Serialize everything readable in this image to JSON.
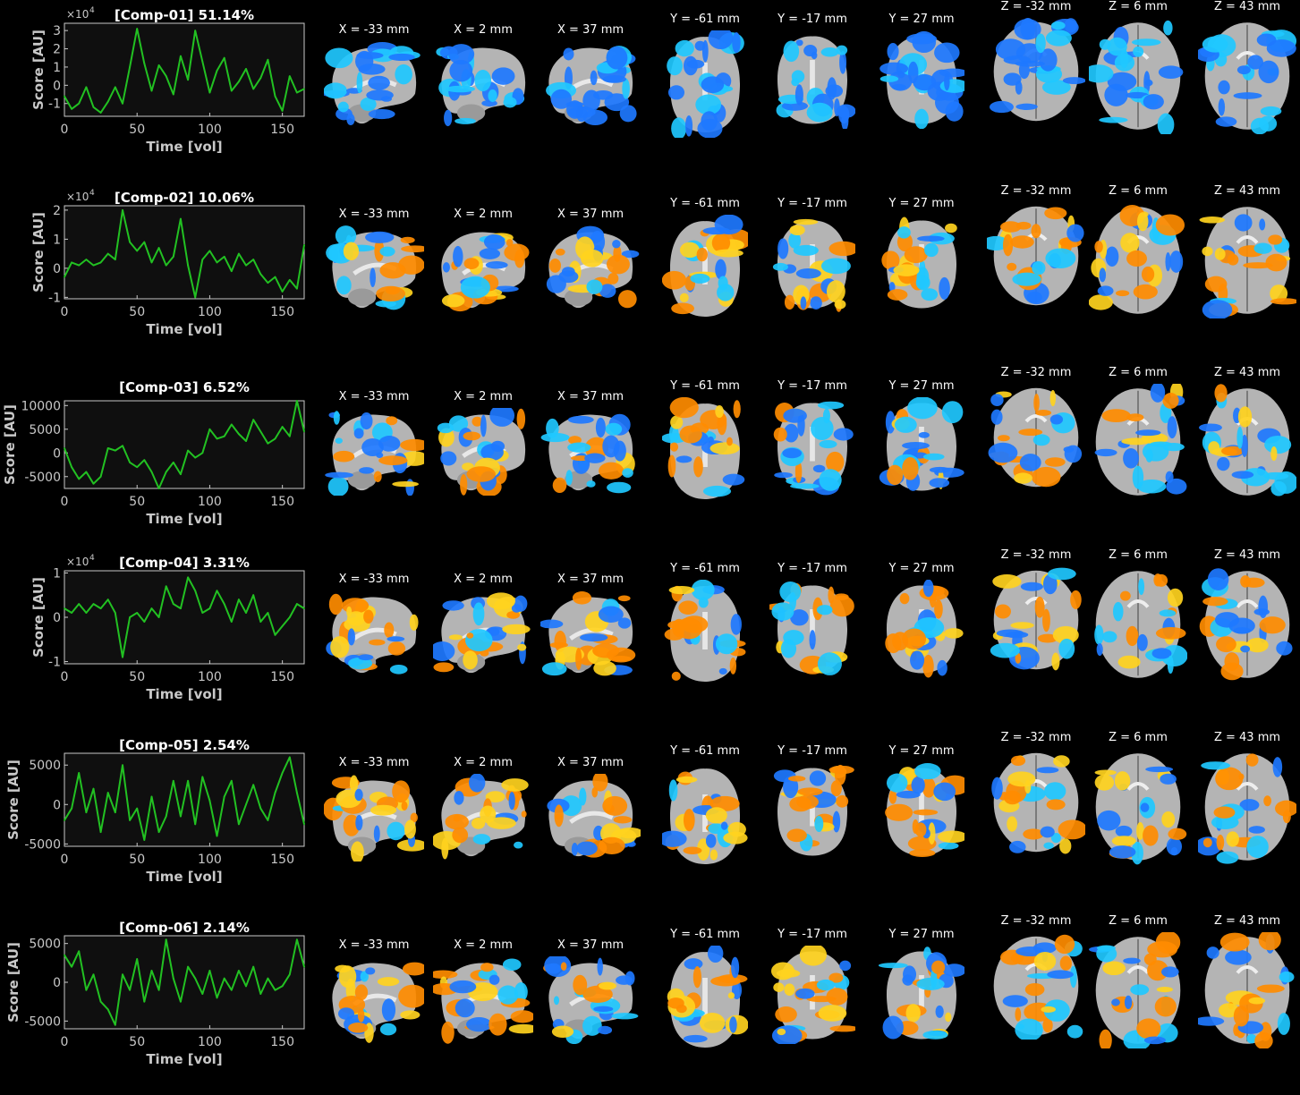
{
  "figure": {
    "plot": {
      "xlabel": "Time [vol]",
      "ylabel": "Score [AU]",
      "xlim": [
        0,
        165
      ],
      "xticks": [
        0,
        50,
        100,
        150
      ]
    },
    "slice_labels": [
      "X = -33 mm",
      "X = 2 mm",
      "X = 37 mm",
      "Y = -61 mm",
      "Y = -17 mm",
      "Y = 27 mm",
      "Z = -32 mm",
      "Z = 6 mm",
      "Z = 43 mm"
    ],
    "slice_views": [
      "sagittal",
      "sagittal",
      "sagittal",
      "coronal",
      "coronal",
      "coronal",
      "axial",
      "axial",
      "axial"
    ]
  },
  "colors": {
    "background": "#000000",
    "plot_bg": "#0f0f0f",
    "line": "#22c122",
    "positive": "#ff8c00",
    "negative": "#1e78ff",
    "brain": "#b4b4b4",
    "axis": "#c8c8c8"
  },
  "chart_data": [
    {
      "type": "line",
      "title": "[Comp-01] 51.14%",
      "xlabel": "Time [vol]",
      "ylabel": "Score [AU]",
      "exponent_label": "×10",
      "exponent_power": "4",
      "ylim": [
        -1.7,
        3.4
      ],
      "yticks": [
        -1,
        0,
        1,
        2,
        3
      ],
      "yticklabels": [
        "-1",
        "0",
        "1",
        "2",
        "3"
      ],
      "x": [
        0,
        5,
        10,
        15,
        20,
        25,
        30,
        35,
        40,
        45,
        50,
        55,
        60,
        65,
        70,
        75,
        80,
        85,
        90,
        95,
        100,
        105,
        110,
        115,
        120,
        125,
        130,
        135,
        140,
        145,
        150,
        155,
        160,
        165
      ],
      "values": [
        -0.6,
        -1.3,
        -1.0,
        -0.1,
        -1.2,
        -1.5,
        -0.9,
        -0.1,
        -1.0,
        1.0,
        3.1,
        1.2,
        -0.3,
        1.1,
        0.5,
        -0.5,
        1.6,
        0.3,
        3.0,
        1.3,
        -0.4,
        0.8,
        1.5,
        -0.3,
        0.2,
        0.9,
        -0.2,
        0.4,
        1.4,
        -0.6,
        -1.4,
        0.5,
        -0.4,
        -0.2
      ]
    },
    {
      "type": "line",
      "title": "[Comp-02] 10.06%",
      "xlabel": "Time [vol]",
      "ylabel": "Score [AU]",
      "exponent_label": "×10",
      "exponent_power": "4",
      "ylim": [
        -1.05,
        2.15
      ],
      "yticks": [
        -1,
        0,
        1,
        2
      ],
      "yticklabels": [
        "-1",
        "0",
        "1",
        "2"
      ],
      "x": [
        0,
        5,
        10,
        15,
        20,
        25,
        30,
        35,
        40,
        45,
        50,
        55,
        60,
        65,
        70,
        75,
        80,
        85,
        90,
        95,
        100,
        105,
        110,
        115,
        120,
        125,
        130,
        135,
        140,
        145,
        150,
        155,
        160,
        165
      ],
      "values": [
        -0.3,
        0.2,
        0.1,
        0.3,
        0.1,
        0.2,
        0.5,
        0.3,
        2.0,
        0.9,
        0.6,
        0.9,
        0.2,
        0.7,
        0.1,
        0.4,
        1.7,
        0.1,
        -1.0,
        0.3,
        0.6,
        0.2,
        0.4,
        -0.1,
        0.5,
        0.1,
        0.3,
        -0.2,
        -0.5,
        -0.3,
        -0.8,
        -0.4,
        -0.7,
        0.8
      ]
    },
    {
      "type": "line",
      "title": "[Comp-03] 6.52%",
      "xlabel": "Time [vol]",
      "ylabel": "Score [AU]",
      "exponent_label": "",
      "exponent_power": "",
      "ylim": [
        -7500,
        11000
      ],
      "yticks": [
        -5000,
        0,
        5000,
        10000
      ],
      "yticklabels": [
        "-5000",
        "0",
        "5000",
        "10000"
      ],
      "x": [
        0,
        5,
        10,
        15,
        20,
        25,
        30,
        35,
        40,
        45,
        50,
        55,
        60,
        65,
        70,
        75,
        80,
        85,
        90,
        95,
        100,
        105,
        110,
        115,
        120,
        125,
        130,
        135,
        140,
        145,
        150,
        155,
        160,
        165
      ],
      "values": [
        1000,
        -3000,
        -5500,
        -4000,
        -6500,
        -5000,
        1000,
        500,
        1500,
        -2000,
        -3000,
        -1500,
        -4000,
        -7500,
        -4000,
        -2000,
        -4500,
        500,
        -1000,
        0,
        5000,
        3000,
        3500,
        6000,
        4000,
        2500,
        7000,
        4500,
        2000,
        3000,
        5500,
        3500,
        11000,
        4500
      ]
    },
    {
      "type": "line",
      "title": "[Comp-04] 3.31%",
      "xlabel": "Time [vol]",
      "ylabel": "Score [AU]",
      "exponent_label": "×10",
      "exponent_power": "4",
      "ylim": [
        -1.05,
        1.05
      ],
      "yticks": [
        -1,
        0,
        1
      ],
      "yticklabels": [
        "-1",
        "0",
        "1"
      ],
      "x": [
        0,
        5,
        10,
        15,
        20,
        25,
        30,
        35,
        40,
        45,
        50,
        55,
        60,
        65,
        70,
        75,
        80,
        85,
        90,
        95,
        100,
        105,
        110,
        115,
        120,
        125,
        130,
        135,
        140,
        145,
        150,
        155,
        160,
        165
      ],
      "values": [
        0.2,
        0.1,
        0.3,
        0.1,
        0.3,
        0.2,
        0.4,
        0.1,
        -0.9,
        0.0,
        0.1,
        -0.1,
        0.2,
        0.0,
        0.7,
        0.3,
        0.2,
        0.9,
        0.6,
        0.1,
        0.2,
        0.6,
        0.3,
        -0.1,
        0.4,
        0.1,
        0.5,
        -0.1,
        0.1,
        -0.4,
        -0.2,
        0.0,
        0.3,
        0.2
      ]
    },
    {
      "type": "line",
      "title": "[Comp-05] 2.54%",
      "xlabel": "Time [vol]",
      "ylabel": "Score [AU]",
      "exponent_label": "",
      "exponent_power": "",
      "ylim": [
        -5300,
        6500
      ],
      "yticks": [
        -5000,
        0,
        5000
      ],
      "yticklabels": [
        "-5000",
        "0",
        "5000"
      ],
      "x": [
        0,
        5,
        10,
        15,
        20,
        25,
        30,
        35,
        40,
        45,
        50,
        55,
        60,
        65,
        70,
        75,
        80,
        85,
        90,
        95,
        100,
        105,
        110,
        115,
        120,
        125,
        130,
        135,
        140,
        145,
        150,
        155,
        160,
        165
      ],
      "values": [
        -2000,
        -500,
        4000,
        -1000,
        2000,
        -3500,
        1500,
        -1000,
        5000,
        -2000,
        -500,
        -4500,
        1000,
        -3500,
        -1500,
        3000,
        -1500,
        3000,
        -2500,
        3500,
        500,
        -4000,
        1000,
        3000,
        -2500,
        0,
        2500,
        -500,
        -2000,
        1500,
        4000,
        6000,
        1500,
        -2500
      ]
    },
    {
      "type": "line",
      "title": "[Comp-06] 2.14%",
      "xlabel": "Time [vol]",
      "ylabel": "Score [AU]",
      "exponent_label": "",
      "exponent_power": "",
      "ylim": [
        -6000,
        6000
      ],
      "yticks": [
        -5000,
        0,
        5000
      ],
      "yticklabels": [
        "-5000",
        "0",
        "5000"
      ],
      "x": [
        0,
        5,
        10,
        15,
        20,
        25,
        30,
        35,
        40,
        45,
        50,
        55,
        60,
        65,
        70,
        75,
        80,
        85,
        90,
        95,
        100,
        105,
        110,
        115,
        120,
        125,
        130,
        135,
        140,
        145,
        150,
        155,
        160,
        165
      ],
      "values": [
        3500,
        2000,
        4000,
        -1000,
        1000,
        -2500,
        -3500,
        -5500,
        1000,
        -1000,
        3000,
        -2500,
        1500,
        -1000,
        5500,
        500,
        -2500,
        2000,
        500,
        -1500,
        1500,
        -2000,
        500,
        -1000,
        1500,
        -500,
        2000,
        -1500,
        500,
        -1000,
        -500,
        1000,
        5500,
        2000
      ]
    }
  ]
}
